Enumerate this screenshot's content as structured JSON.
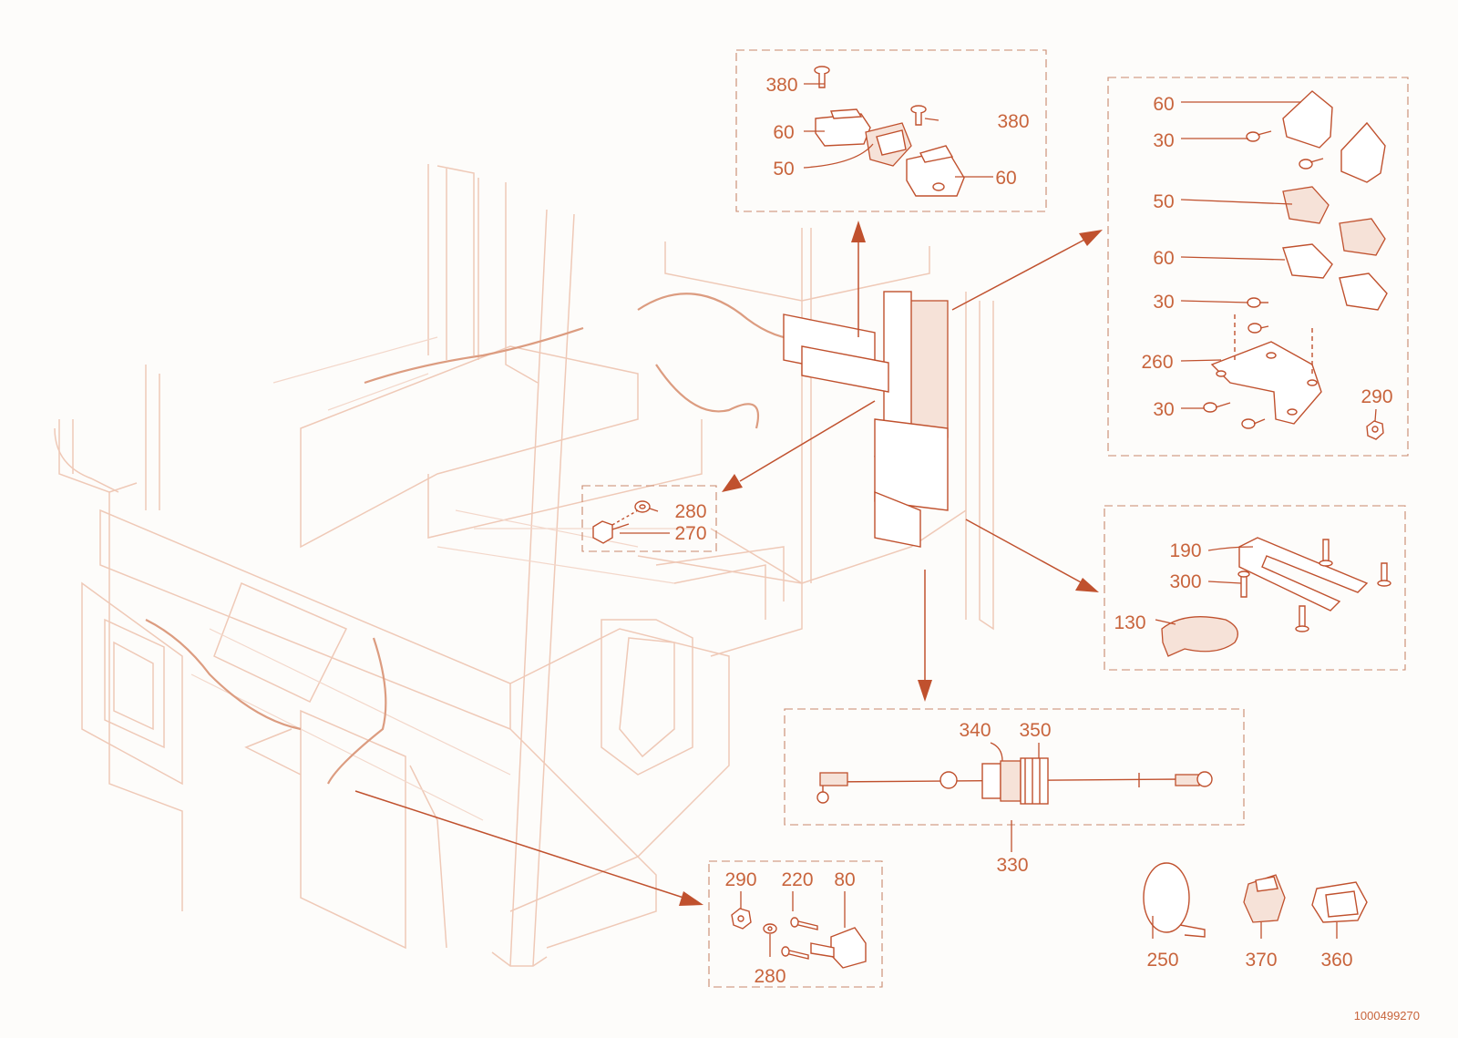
{
  "diagram": {
    "document_number": "1000499270",
    "colors": {
      "accent": "#c0512e",
      "label": "#c8643c",
      "faded_machine": "#efc9b7",
      "background": "#fdfcfa"
    },
    "callouts": {
      "top_box": {
        "a": "380",
        "b": "60",
        "c": "50",
        "d": "380",
        "e": "60"
      },
      "right_box": {
        "a": "60",
        "b": "30",
        "c": "50",
        "d": "60",
        "e": "30",
        "f": "260",
        "g": "30",
        "h": "290"
      },
      "center_box": {
        "a": "280",
        "b": "270"
      },
      "mid_right_box": {
        "a": "190",
        "b": "300",
        "c": "130"
      },
      "cable_box": {
        "a": "340",
        "b": "350",
        "c": "330"
      },
      "bottom_box": {
        "a": "290",
        "b": "220",
        "c": "80",
        "d": "280"
      },
      "loose": {
        "a": "250",
        "b": "370",
        "c": "360"
      }
    }
  }
}
